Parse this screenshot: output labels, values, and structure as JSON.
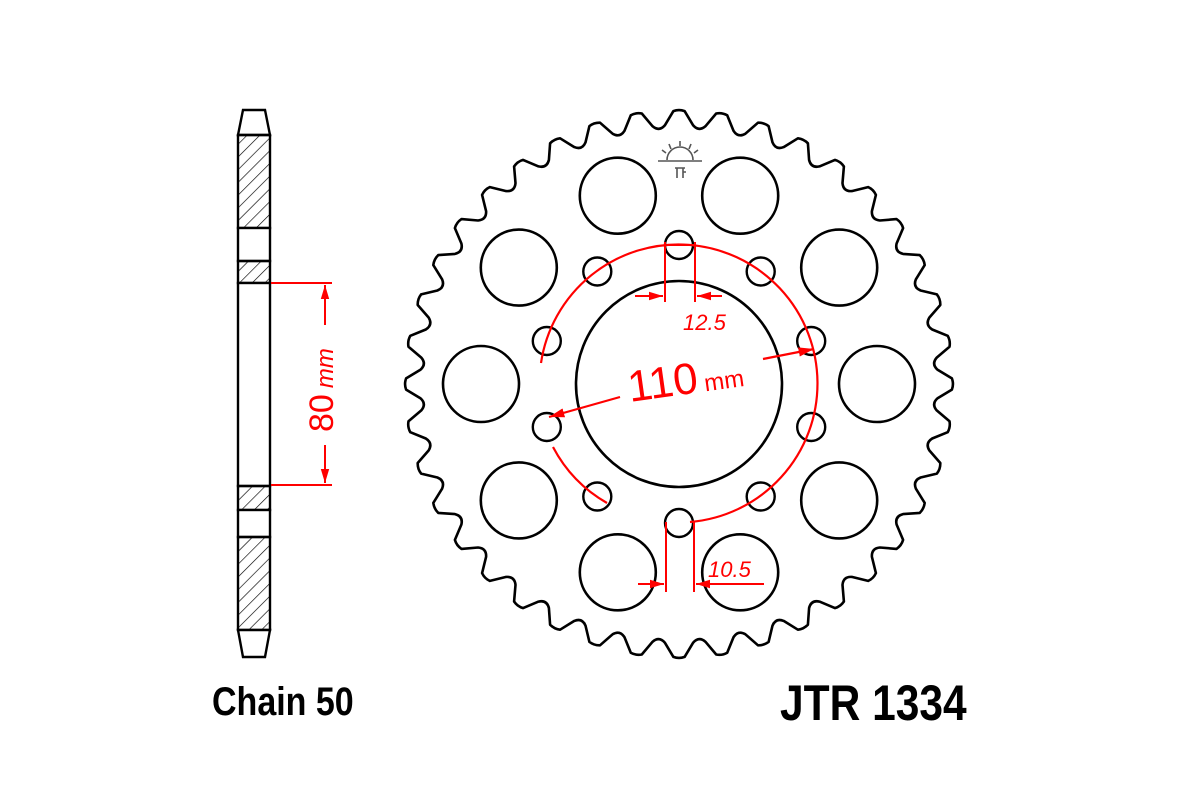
{
  "drawing": {
    "part_number": "JTR 1334",
    "chain_label": "Chain 50",
    "side_view": {
      "dimension_value": "80",
      "dimension_unit": "mm"
    },
    "front_view": {
      "teeth": 40,
      "pcd_value": "110",
      "pcd_unit": "mm",
      "slot_width_top": "12.5",
      "slot_width_bottom": "10.5",
      "lightening_holes": 10,
      "bolt_holes": 10
    },
    "logo_icon": "jt-sun-logo-icon",
    "colors": {
      "outline": "#000000",
      "dimension": "#ff0000",
      "background": "#ffffff",
      "hatch": "#000000"
    }
  }
}
